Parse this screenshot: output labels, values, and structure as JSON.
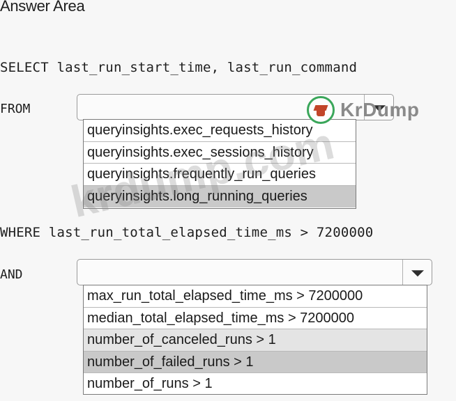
{
  "title": "Answer Area",
  "select_line": "SELECT last_run_start_time, last_run_command",
  "from_keyword": "FROM",
  "where_line": "WHERE last_run_total_elapsed_time_ms > 7200000",
  "and_keyword": "AND",
  "from_dropdown": {
    "value": "",
    "options": [
      "queryinsights.exec_requests_history",
      "queryinsights.exec_sessions_history",
      "queryinsights.frequently_run_queries",
      "queryinsights.long_running_queries"
    ],
    "selected_index": 3
  },
  "and_dropdown": {
    "value": "",
    "options": [
      "max_run_total_elapsed_time_ms > 7200000",
      "median_total_elapsed_time_ms > 7200000",
      "number_of_canceled_runs > 1",
      "number_of_failed_runs > 1",
      "number_of_runs > 1"
    ],
    "selected_index": 3,
    "shaded_index": 2
  },
  "brand": {
    "name": "KrDump",
    "ring_color": "#3aa65a",
    "cap_color": "#c2452a"
  },
  "watermark": "krdump.com",
  "icons": [
    "chevron-down-icon",
    "graduation-cap-icon"
  ]
}
